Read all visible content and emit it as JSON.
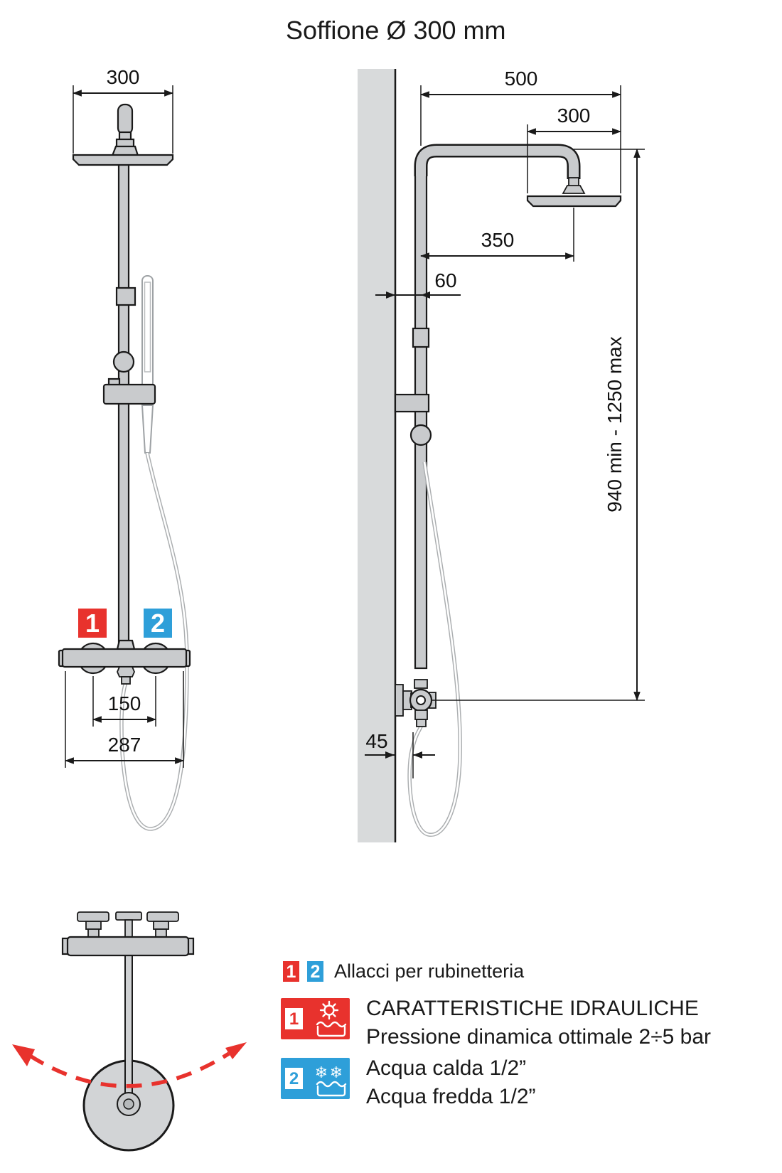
{
  "title": "Soffione Ø 300 mm",
  "colors": {
    "red": "#e8322d",
    "blue": "#2e9fd9",
    "metal": "#c9cbcd",
    "wall": "#d8dadb",
    "outline": "#1a1a1a",
    "hose": "#abaeb0"
  },
  "front_view": {
    "head_width": "300",
    "inlet_spacing": "150",
    "body_width": "287",
    "hot_badge": "1",
    "cold_badge": "2"
  },
  "side_view": {
    "projection": "500",
    "head_diameter": "300",
    "arm_reach": "350",
    "wall_offset": "60",
    "height_range": "940 min - 1250 max",
    "hose_offset": "45"
  },
  "legend": {
    "hot_badge": "1",
    "cold_badge": "2",
    "text": "Allacci per rubinetteria"
  },
  "specs": {
    "hot_badge": "1",
    "cold_badge": "2",
    "heading": "CARATTERISTICHE IDRAULICHE",
    "pressure": "Pressione dinamica ottimale 2÷5 bar",
    "hot_water": "Acqua calda 1/2”",
    "cold_water": "Acqua fredda 1/2”"
  }
}
